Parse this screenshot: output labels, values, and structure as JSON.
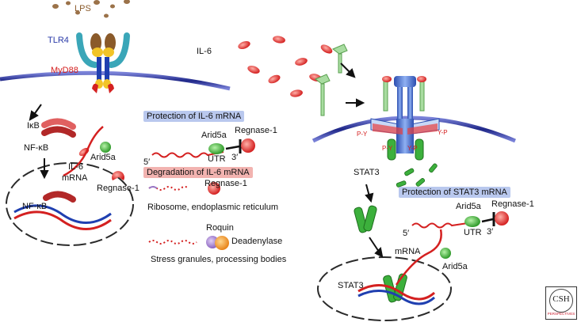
{
  "labels": {
    "lps": "LPS",
    "tlr4": "TLR4",
    "myd88": "MyD88",
    "il6_top": "IL-6",
    "ikb": "IκB",
    "nfkb_cyto": "NF-κB",
    "il6_mrna_line1": "IL-6",
    "il6_mrna_line2": "mRNA",
    "arid5a_cyto": "Arid5a",
    "regnase_nuc": "Regnase-1",
    "nfkb_nuc": "NF-κB",
    "protect_il6": "Protection of IL-6 mRNA",
    "five_prime_1": "5′",
    "arid5a_1": "Arid5a",
    "utr_1": "UTR",
    "three_prime_1": "3′",
    "regnase_1": "Regnase-1",
    "degrade_il6": "Degradation of IL-6 mRNA",
    "regnase_2": "Regnase-1",
    "ribosome": "Ribosome, endoplasmic reticulum",
    "roquin": "Roquin",
    "deadenylase": "Deadenylase",
    "stress": "Stress granules, processing bodies",
    "stat3": "STAT3",
    "py_left": "P-Y",
    "py_right": "Y-P",
    "py_mid_left": "P-Y",
    "py_mid_right": "Y-P",
    "protect_stat3": "Protection of STAT3 mRNA",
    "five_prime_2": "5′",
    "arid5a_2": "Arid5a",
    "utr_2": "UTR",
    "three_prime_2": "3′",
    "regnase_3": "Regnase-1",
    "mrna": "mRNA",
    "arid5a_3": "Arid5a",
    "stat3_nuc": "STAT3",
    "logo_main": "CSH",
    "logo_sub": "PERSPECTIVES"
  },
  "colors": {
    "membrane": "#2a2f8a",
    "lps": "#8a5a2a",
    "il6": "#e03030",
    "mrna": "#d42020",
    "arid5a": "#3cb03c",
    "regnase": "#e84040",
    "receptor_blue": "#4a6fd0",
    "gp130": "#a8dca0",
    "tlr4_teal": "#3aa6b8",
    "tlr4_yellow": "#f2c428",
    "deadenylase": "#f29a20",
    "roquin": "#9a7ac8",
    "blue_label": "#2a3aa8",
    "red_label": "#d42020"
  }
}
